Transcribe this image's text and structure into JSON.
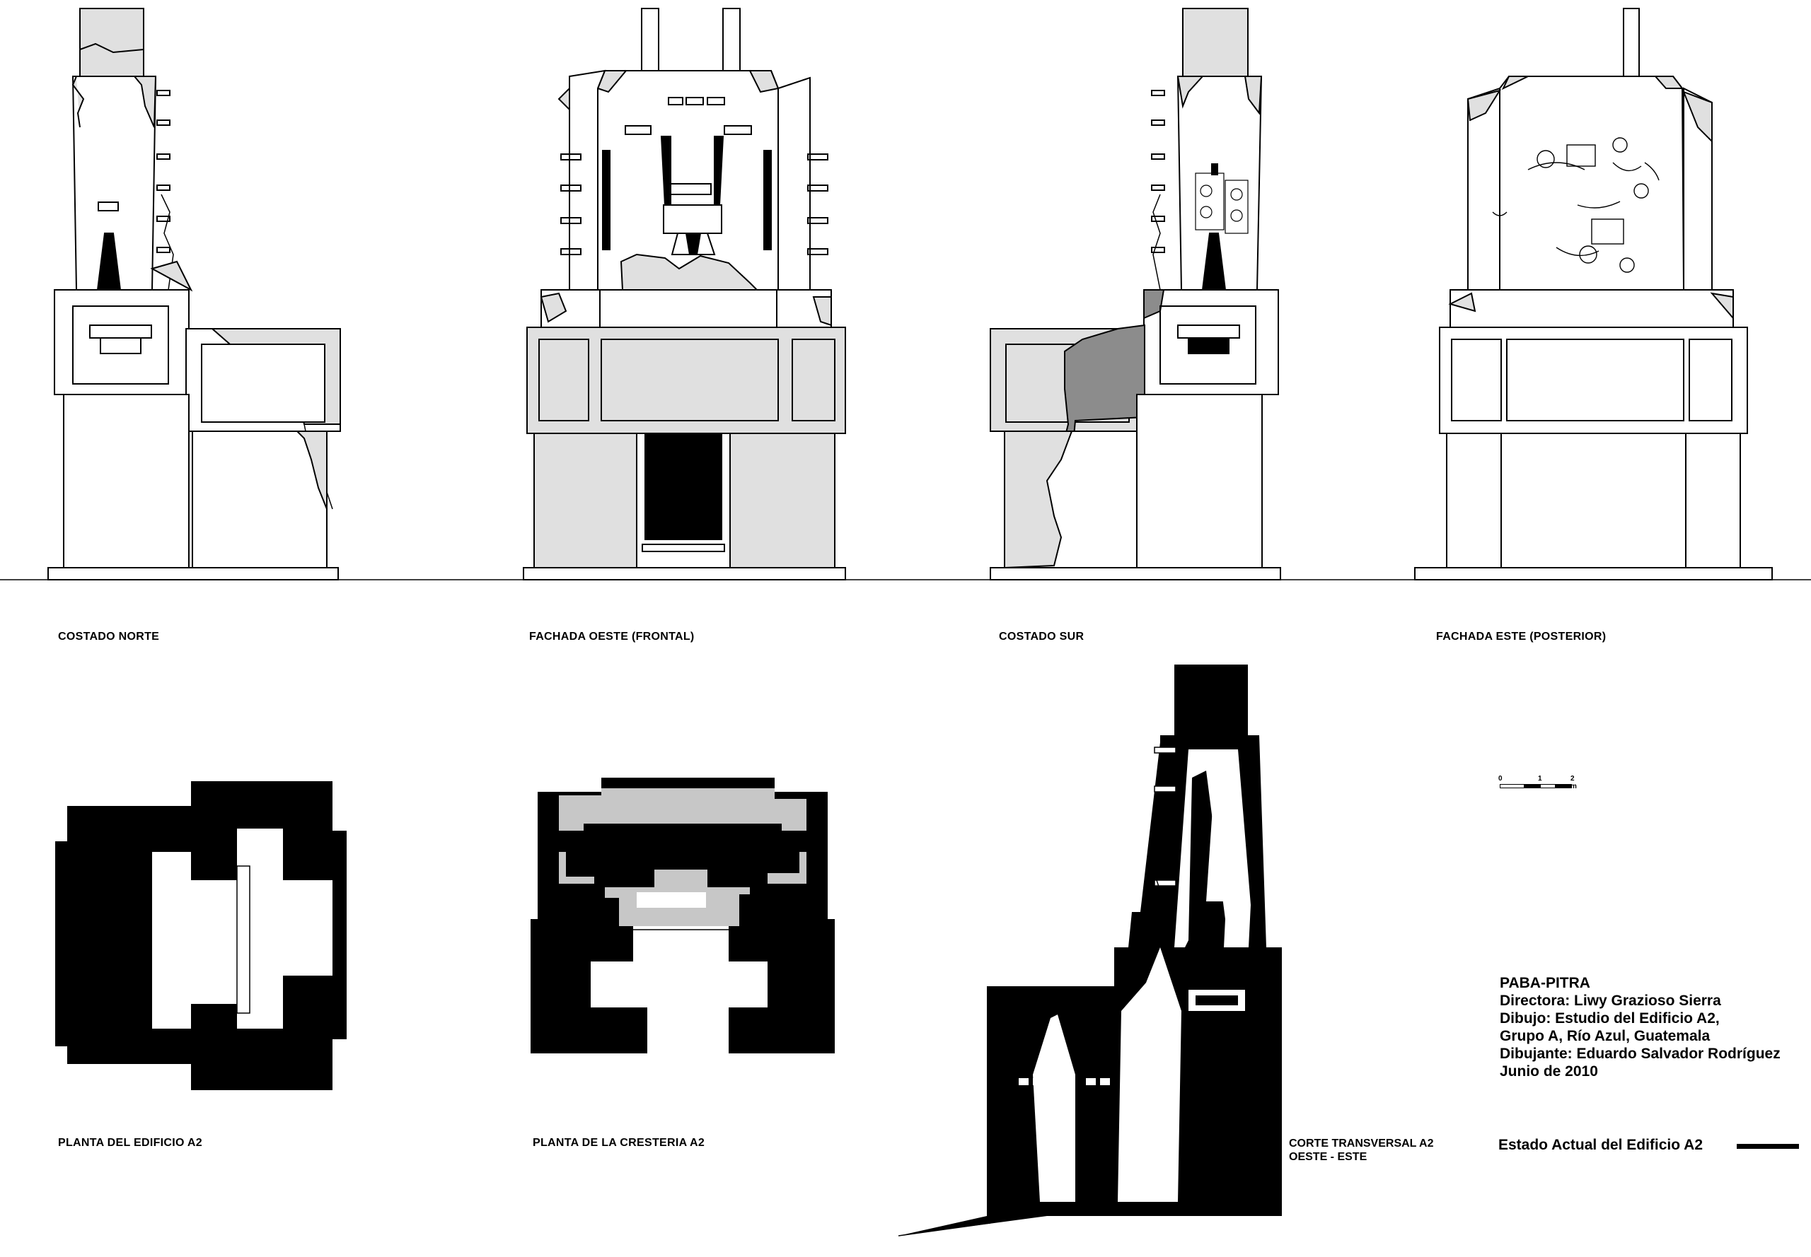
{
  "views": {
    "north_side": "COSTADO NORTE",
    "west_front": "FACHADA OESTE (FRONTAL)",
    "south_side": "COSTADO SUR",
    "east_back": "FACHADA ESTE (POSTERIOR)",
    "plan_building": "PLANTA DEL EDIFICIO A2",
    "plan_crest": "PLANTA DE LA CRESTERIA A2",
    "section_line1": "CORTE TRANSVERSAL A2",
    "section_line2": "OESTE - ESTE"
  },
  "scale": {
    "ticks": [
      "0",
      "1",
      "2 m"
    ]
  },
  "credits": {
    "project": "PABA-PITRA",
    "director": "Directora: Liwy Grazioso Sierra",
    "drawing": "Dibujo: Estudio del Edificio A2,",
    "location": "Grupo A, Río Azul, Guatemala",
    "draftsman": "Dibujante: Eduardo Salvador Rodríguez",
    "date": "Junio de 2010"
  },
  "legend": {
    "label": "Estado Actual del Edificio A2",
    "color": "#000000"
  },
  "colors": {
    "stone_light": "#e0e0e0",
    "stone_dark": "#8c8c8c",
    "solid": "#000000",
    "line": "#000000"
  }
}
